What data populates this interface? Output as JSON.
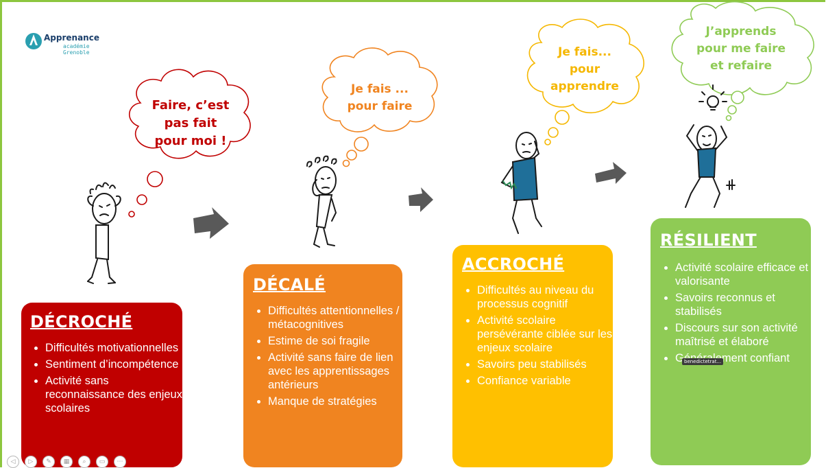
{
  "logo": {
    "name": "Apprenance",
    "sub_line1": "académie",
    "sub_line2": "Grenoble",
    "mark_color": "#2a9fb0"
  },
  "colors": {
    "frame": "#8dc63f",
    "decroche": "#c00000",
    "decale": "#f08420",
    "accroche": "#ffc000",
    "resilient": "#8fcb55",
    "arrow": "#595959"
  },
  "clouds": {
    "decroche": {
      "lines": [
        "Faire, c’est",
        "pas fait",
        "pour moi !"
      ],
      "color": "#c00000"
    },
    "decale": {
      "lines": [
        "Je fais ...",
        "pour faire"
      ],
      "color": "#f08420"
    },
    "accroche": {
      "lines": [
        "Je fais...",
        "pour",
        "apprendre"
      ],
      "color": "#f5b700"
    },
    "resilient": {
      "lines": [
        "J’apprends",
        "pour me faire",
        "et  refaire"
      ],
      "color": "#8fcb55"
    }
  },
  "cards": {
    "decroche": {
      "title": "DÉCROCHÉ",
      "items": [
        "Difficultés motivationnelles",
        "Sentiment d’incompétence",
        "Activité sans reconnaissance des enjeux scolaires"
      ]
    },
    "decale": {
      "title": "DÉCALÉ",
      "items": [
        "Difficultés attentionnelles / métacognitives",
        "Estime de soi fragile",
        "Activité sans faire de lien avec les apprentissages antérieurs",
        "Manque de stratégies"
      ]
    },
    "accroche": {
      "title": "ACCROCHÉ",
      "items": [
        "Difficultés au niveau du processus cognitif",
        "Activité scolaire persévérante ciblée sur les enjeux scolaire",
        "Savoirs peu stabilisés",
        "Confiance variable"
      ]
    },
    "resilient": {
      "title": "RÉSILIENT",
      "items": [
        "Activité scolaire efficace et valorisante",
        "Savoirs reconnus et stabilisés",
        "Discours sur son activité maîtrisé et élaboré",
        "Généralement confiant"
      ]
    }
  },
  "tooltip": "benedictetrat...",
  "toolbar": [
    {
      "name": "previous-slide-icon",
      "glyph": "◁"
    },
    {
      "name": "next-slide-icon",
      "glyph": "▷"
    },
    {
      "name": "pen-icon",
      "glyph": "✎"
    },
    {
      "name": "slides-grid-icon",
      "glyph": "▦"
    },
    {
      "name": "zoom-icon",
      "glyph": "⌕"
    },
    {
      "name": "subtitles-icon",
      "glyph": "▭"
    },
    {
      "name": "more-options-icon",
      "glyph": "⋯"
    }
  ]
}
